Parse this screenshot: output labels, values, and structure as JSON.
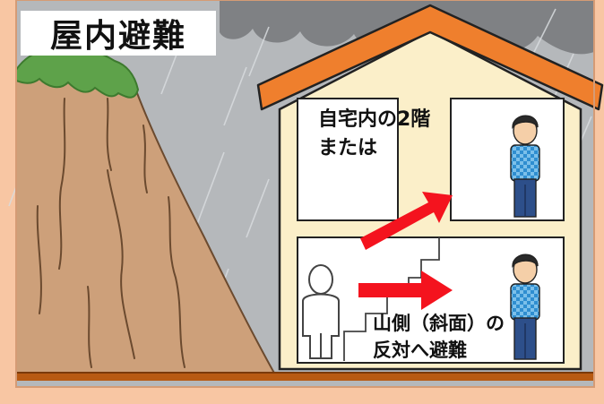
{
  "title": "屋内避難",
  "upper_note": {
    "line1": "自宅内の2階",
    "line2": "または"
  },
  "lower_note": {
    "line1": "山側（斜面）の",
    "line2": "反対へ避難"
  },
  "colors": {
    "background": "#f8c6a3",
    "sky": "#b5b8bb",
    "cloud": "#7f8184",
    "mountain": "#cda07a",
    "grass": "#5ea24a",
    "roof": "#ef7f2d",
    "wall": "#fbefc9",
    "arrow": "#f4131e",
    "ground": "#b85a12",
    "shirt": "#2f8ed0",
    "pants": "#2d4f8a"
  },
  "icons": [
    "rain-cloud-icon",
    "mountain-slope",
    "house-icon",
    "arrow-right-icon",
    "person-icon",
    "evacuee-icon",
    "stairs-icon"
  ]
}
